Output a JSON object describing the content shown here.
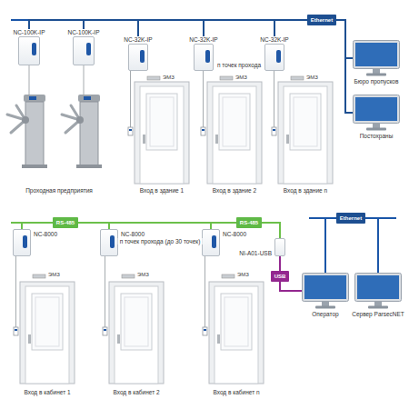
{
  "diagram": {
    "nodes": [
      {
        "text": [
          "Ethernet"
        ]
      },
      {
        "text": [
          "NC-100K-IP"
        ]
      },
      {
        "text": [
          "NC-100K-IP"
        ]
      },
      {
        "text": [
          "NC-32K-IP"
        ]
      },
      {
        "text": [
          "NC-32K-IP"
        ]
      },
      {
        "text": [
          "NC-32K-IP"
        ]
      },
      {
        "text": [
          "Бюро пропусков"
        ]
      },
      {
        "text": [
          "Постохраны"
        ]
      },
      {
        "text": [
          "RS-485"
        ]
      },
      {
        "text": [
          "NC-8000"
        ]
      },
      {
        "text": [
          "NC-8000"
        ]
      },
      {
        "text": [
          "NC-8000"
        ]
      },
      {
        "text": [
          "RS-485"
        ]
      },
      {
        "text": [
          "NI-A01-USB"
        ]
      },
      {
        "text": [
          "Ethernet"
        ]
      },
      {
        "text": [
          "USB"
        ]
      },
      {
        "text": [
          "Оператор"
        ]
      },
      {
        "text": [
          "Сервер ParsecNET"
        ]
      }
    ],
    "edges": [
      {
        "from": 0,
        "to": 1,
        "arrow": "none"
      },
      {
        "from": 0,
        "to": 2,
        "arrow": "none"
      },
      {
        "from": 0,
        "to": 3,
        "arrow": "none"
      },
      {
        "from": 0,
        "to": 4,
        "arrow": "none"
      },
      {
        "from": 0,
        "to": 5,
        "arrow": "none"
      },
      {
        "from": 0,
        "to": 6,
        "arrow": "none"
      },
      {
        "from": 0,
        "to": 7,
        "arrow": "none"
      },
      {
        "from": 8,
        "to": 9,
        "arrow": "none"
      },
      {
        "from": 8,
        "to": 10,
        "arrow": "none"
      },
      {
        "from": 12,
        "to": 11,
        "arrow": "none"
      },
      {
        "from": 12,
        "to": 13,
        "arrow": "none"
      },
      {
        "from": 13,
        "to": 15,
        "arrow": "none"
      },
      {
        "from": 15,
        "to": 16,
        "arrow": "none"
      },
      {
        "from": 14,
        "to": 16,
        "arrow": "none"
      },
      {
        "from": 14,
        "to": 17,
        "arrow": "none"
      }
    ],
    "labels": [
      "п точек прохода",
      "ЭМЗ",
      "ЭМЗ",
      "ЭМЗ",
      "Проходная предприятия",
      "Вход в здание 1",
      "Вход в здание 2",
      "Вход в здание n",
      "п точек прохода (до 30 точек)",
      "ЭМЗ",
      "ЭМЗ",
      "ЭМЗ",
      "Вход в кабинет 1",
      "Вход в кабинет 2",
      "Вход в кабинет n"
    ]
  }
}
